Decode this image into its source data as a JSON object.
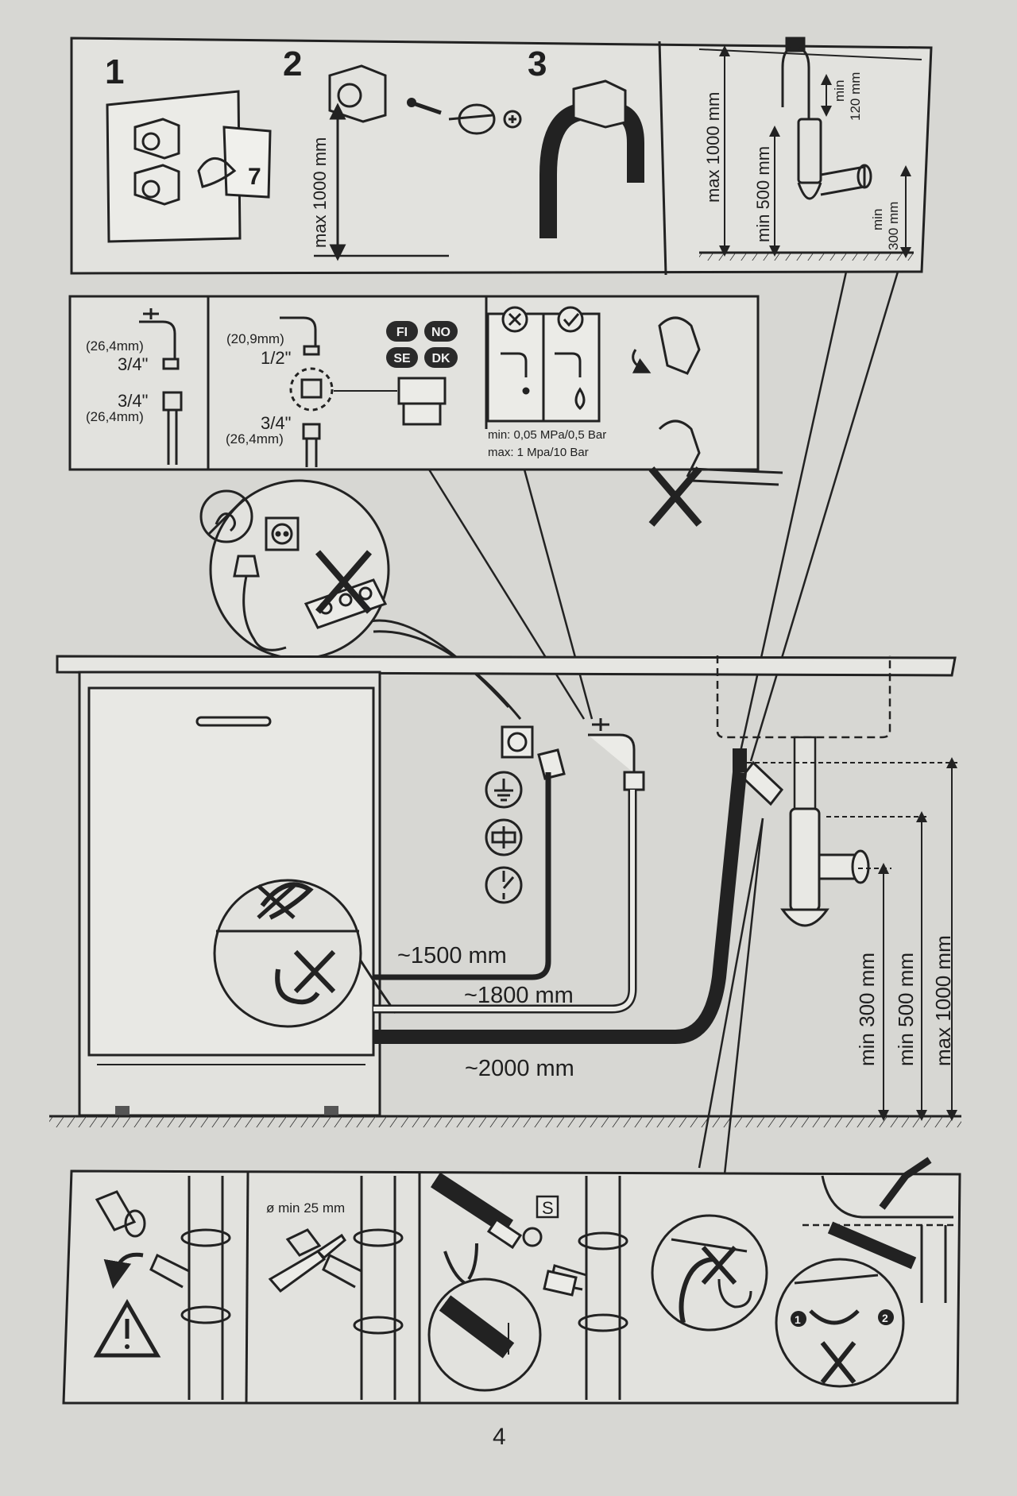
{
  "steps": {
    "s1": "1",
    "s2": "2",
    "s3": "3",
    "step1_page_ref": "7",
    "step2_max": "max 1000 mm"
  },
  "drain_detail": {
    "max": "max 1000 mm",
    "min500": "min 500 mm",
    "min120_a": "min",
    "min120_b": "120 mm",
    "min300_a": "min",
    "min300_b": "300 mm"
  },
  "inlet": {
    "a_size_mm": "(26,4mm)",
    "a_size_in": "3/4\"",
    "b_size_in": "3/4\"",
    "b_size_mm": "(26,4mm)",
    "c_size_mm": "(20,9mm)",
    "c_size_in": "1/2\"",
    "d_size_in": "3/4\"",
    "d_size_mm": "(26,4mm)",
    "countries": [
      "FI",
      "NO",
      "SE",
      "DK"
    ],
    "pressure_min": "min: 0,05 MPa/0,5 Bar",
    "pressure_max": "max: 1 Mpa/10 Bar"
  },
  "main": {
    "power_cable_len": "~1500 mm",
    "inlet_hose_len": "~1800 mm",
    "drain_hose_len": "~2000 mm",
    "min300": "min 300 mm",
    "min500": "min 500 mm",
    "max1000": "max 1000 mm"
  },
  "bottom": {
    "diameter": "ø min 25 mm",
    "s_box": "S",
    "num1": "1",
    "num2": "2"
  },
  "page_number": "4",
  "colors": {
    "paper": "#dcdcd8",
    "ink": "#1f1f1f",
    "badge": "#2a2a2a"
  }
}
